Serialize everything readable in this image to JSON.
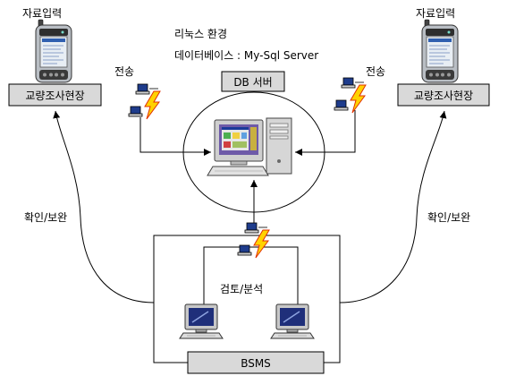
{
  "left_site": {
    "input_label": "자료입력",
    "transfer_label": "전송",
    "site_label": "교량조사현장",
    "feedback_label": "확인/보완"
  },
  "right_site": {
    "input_label": "자료입력",
    "transfer_label": "전송",
    "site_label": "교량조사현장",
    "feedback_label": "확인/보완"
  },
  "server": {
    "env_label": "리눅스 환경",
    "db_label": "데이터베이스 : My-Sql Server",
    "box_label": "DB 서버"
  },
  "bsms": {
    "review_label": "검토/분석",
    "box_label": "BSMS"
  },
  "icons": {
    "pda": "pda-icon",
    "wireless_link": "wireless-link-icon",
    "server": "server-computer-icon",
    "desktop": "desktop-computer-icon"
  },
  "colors": {
    "box_fill": "#d9d9d9",
    "bolt_fill": "#ffd200",
    "bolt_outline": "#e03000"
  }
}
